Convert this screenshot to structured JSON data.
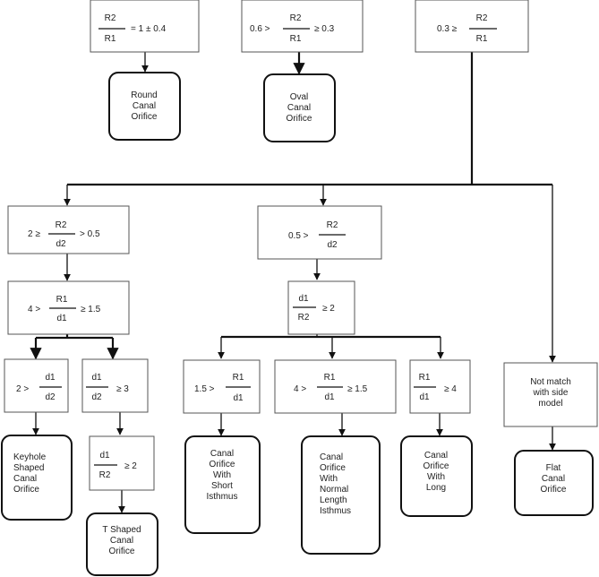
{
  "conditions": {
    "round": {
      "num": "R2",
      "den": "R1",
      "right": "= 1 ± 0.4"
    },
    "oval": {
      "left": "0.6 >",
      "num": "R2",
      "den": "R1",
      "right": "≥ 0.3"
    },
    "flat": {
      "left": "0.3 ≥",
      "num": "R2",
      "den": "R1"
    },
    "a1": {
      "left": "2 ≥",
      "num": "R2",
      "den": "d2",
      "right": "> 0.5"
    },
    "a2": {
      "left": "4 >",
      "num": "R1",
      "den": "d1",
      "right": "≥ 1.5"
    },
    "a3": {
      "left": "2 >",
      "num": "d1",
      "den": "d2"
    },
    "a4": {
      "num": "d1",
      "den": "d2",
      "right": "≥ 3"
    },
    "a5": {
      "num": "d1",
      "den": "R2",
      "right": "≥ 2"
    },
    "b1": {
      "left": "0.5 >",
      "num": "R2",
      "den": "d2"
    },
    "b2": {
      "num": "d1",
      "den": "R2",
      "right": "≥ 2"
    },
    "b3": {
      "left": "1.5 >",
      "num": "R1",
      "den": "d1"
    },
    "b4": {
      "left": "4 >",
      "num": "R1",
      "den": "d1",
      "right": "≥ 1.5"
    },
    "b5": {
      "num": "R1",
      "den": "d1",
      "right": "≥ 4"
    },
    "not_match": [
      "Not match",
      "with side",
      "model"
    ]
  },
  "outcomes": {
    "round": [
      "Round",
      "Canal",
      "Orifice"
    ],
    "oval": [
      "Oval",
      "Canal",
      "Orifice"
    ],
    "keyhole": [
      "Keyhole",
      "Shaped",
      "Canal",
      "Orifice"
    ],
    "t_shaped": [
      "T Shaped",
      "Canal",
      "Orifice"
    ],
    "short_isthmus": [
      "Canal",
      "Orifice",
      "With",
      "Short",
      "Isthmus"
    ],
    "normal_isthmus": [
      "Canal",
      "Orifice",
      "With",
      "Normal",
      "Length",
      "Isthmus"
    ],
    "long": [
      "Canal",
      "Orifice",
      "With",
      "Long"
    ],
    "flat": [
      "Flat",
      "Canal",
      "Orifice"
    ]
  }
}
